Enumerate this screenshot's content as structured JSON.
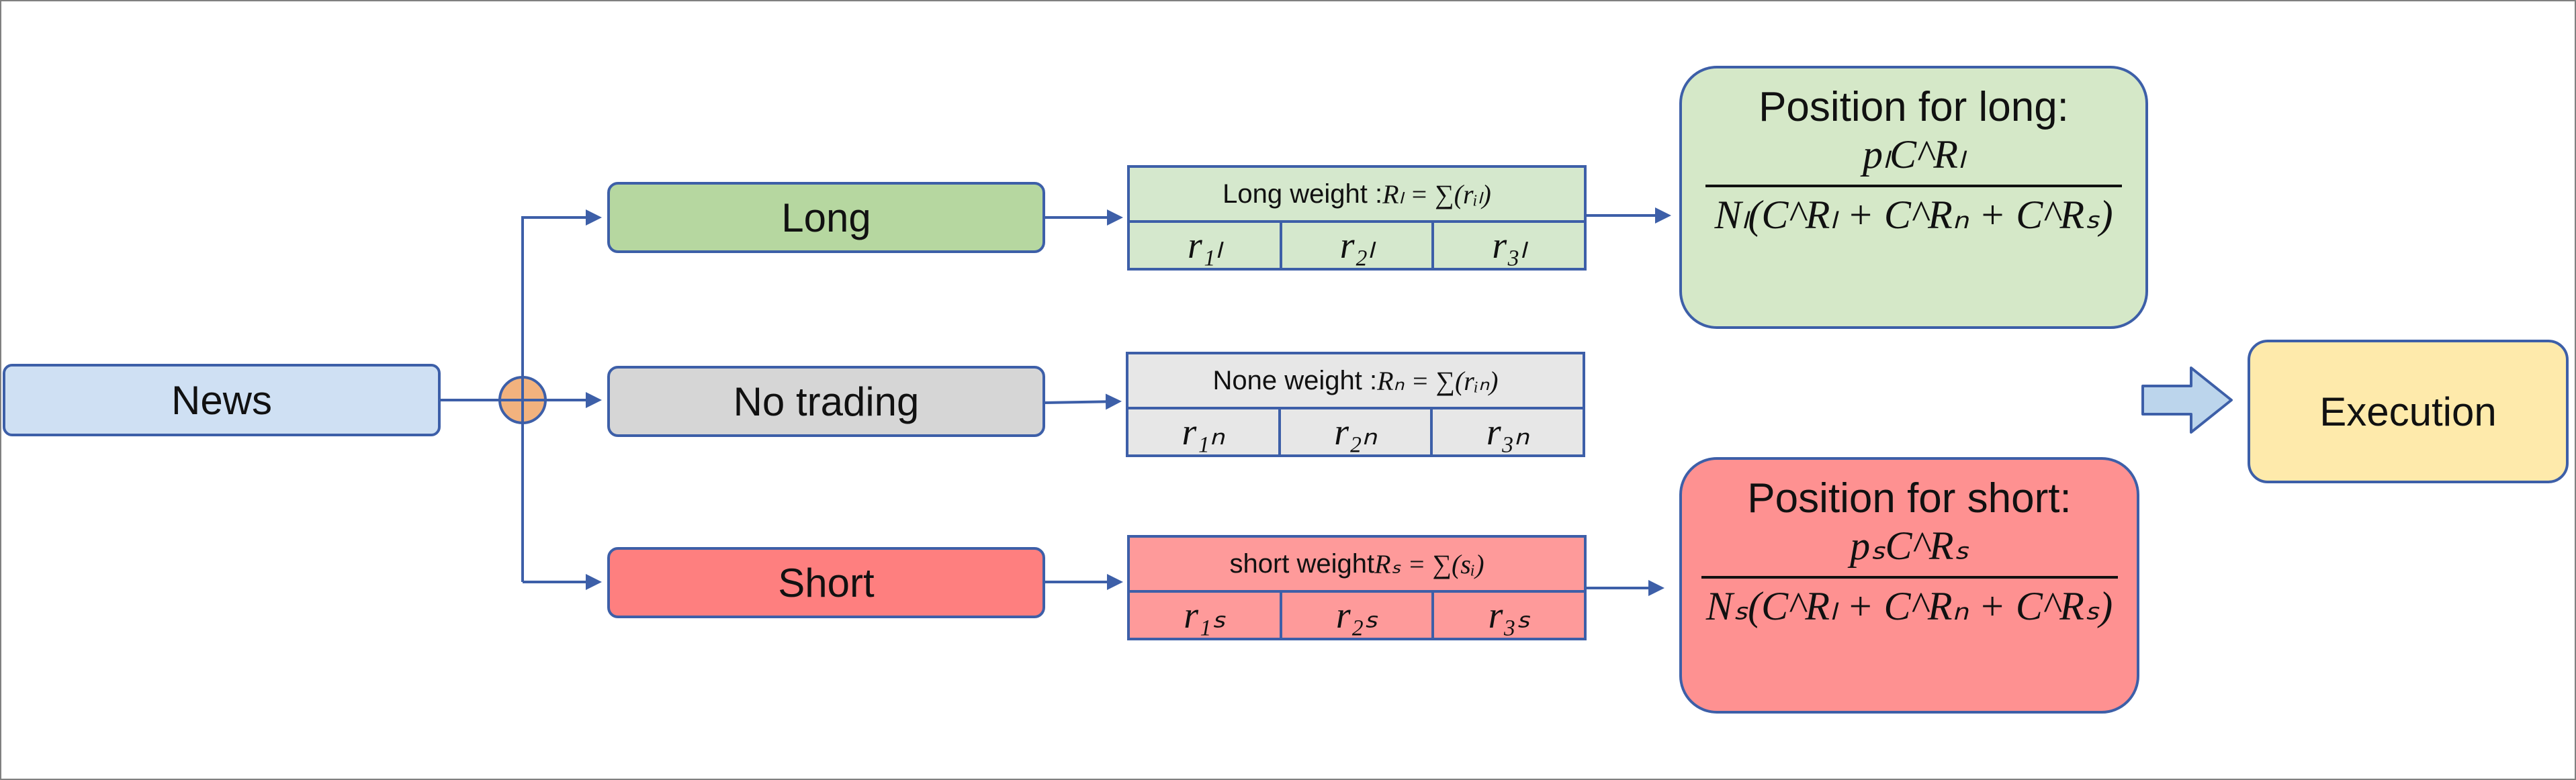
{
  "nodes": {
    "news": "News",
    "long": "Long",
    "no_trading": "No trading",
    "short": "Short",
    "execution": "Execution"
  },
  "tables": {
    "long": {
      "header_text": "Long weight :",
      "header_math": "Rₗ = ∑(rᵢₗ)",
      "cells": [
        "r₁ₗ",
        "r₂ₗ",
        "r₃ₗ"
      ]
    },
    "none": {
      "header_text": "None weight :",
      "header_math": "Rₙ = ∑(rᵢₙ)",
      "cells": [
        "r₁ₙ",
        "r₂ₙ",
        "r₃ₙ"
      ]
    },
    "short": {
      "header_text": "short weight ",
      "header_math": "Rₛ  = ∑(sᵢ)",
      "cells": [
        "r₁ₛ",
        "r₂ₛ",
        "r₃ₛ"
      ]
    }
  },
  "positions": {
    "long": {
      "title": "Position for long:",
      "numerator": "pₗC^Rₗ",
      "denominator": "Nₗ(C^Rₗ + C^Rₙ + C^Rₛ)"
    },
    "short": {
      "title": "Position for short:",
      "numerator": "pₛC^Rₛ",
      "denominator": "Nₛ(C^Rₗ + C^Rₙ + C^Rₛ)"
    }
  },
  "colors": {
    "stroke": "#3d5fa8",
    "news_fill": "#cfe0f3",
    "long_fill": "#b6d7a0",
    "no_trading_fill": "#d6d6d6",
    "short_fill": "#fe7f7f",
    "long_table_fill": "#d5e8cd",
    "none_table_fill": "#e7e7e7",
    "short_table_fill": "#fe9a9a",
    "long_position_fill": "#d5e8c8",
    "short_position_fill": "#fe9191",
    "execution_fill": "#feeaab",
    "junction_fill": "#f2b27e",
    "arrow_fill": "#bcd5ec"
  }
}
